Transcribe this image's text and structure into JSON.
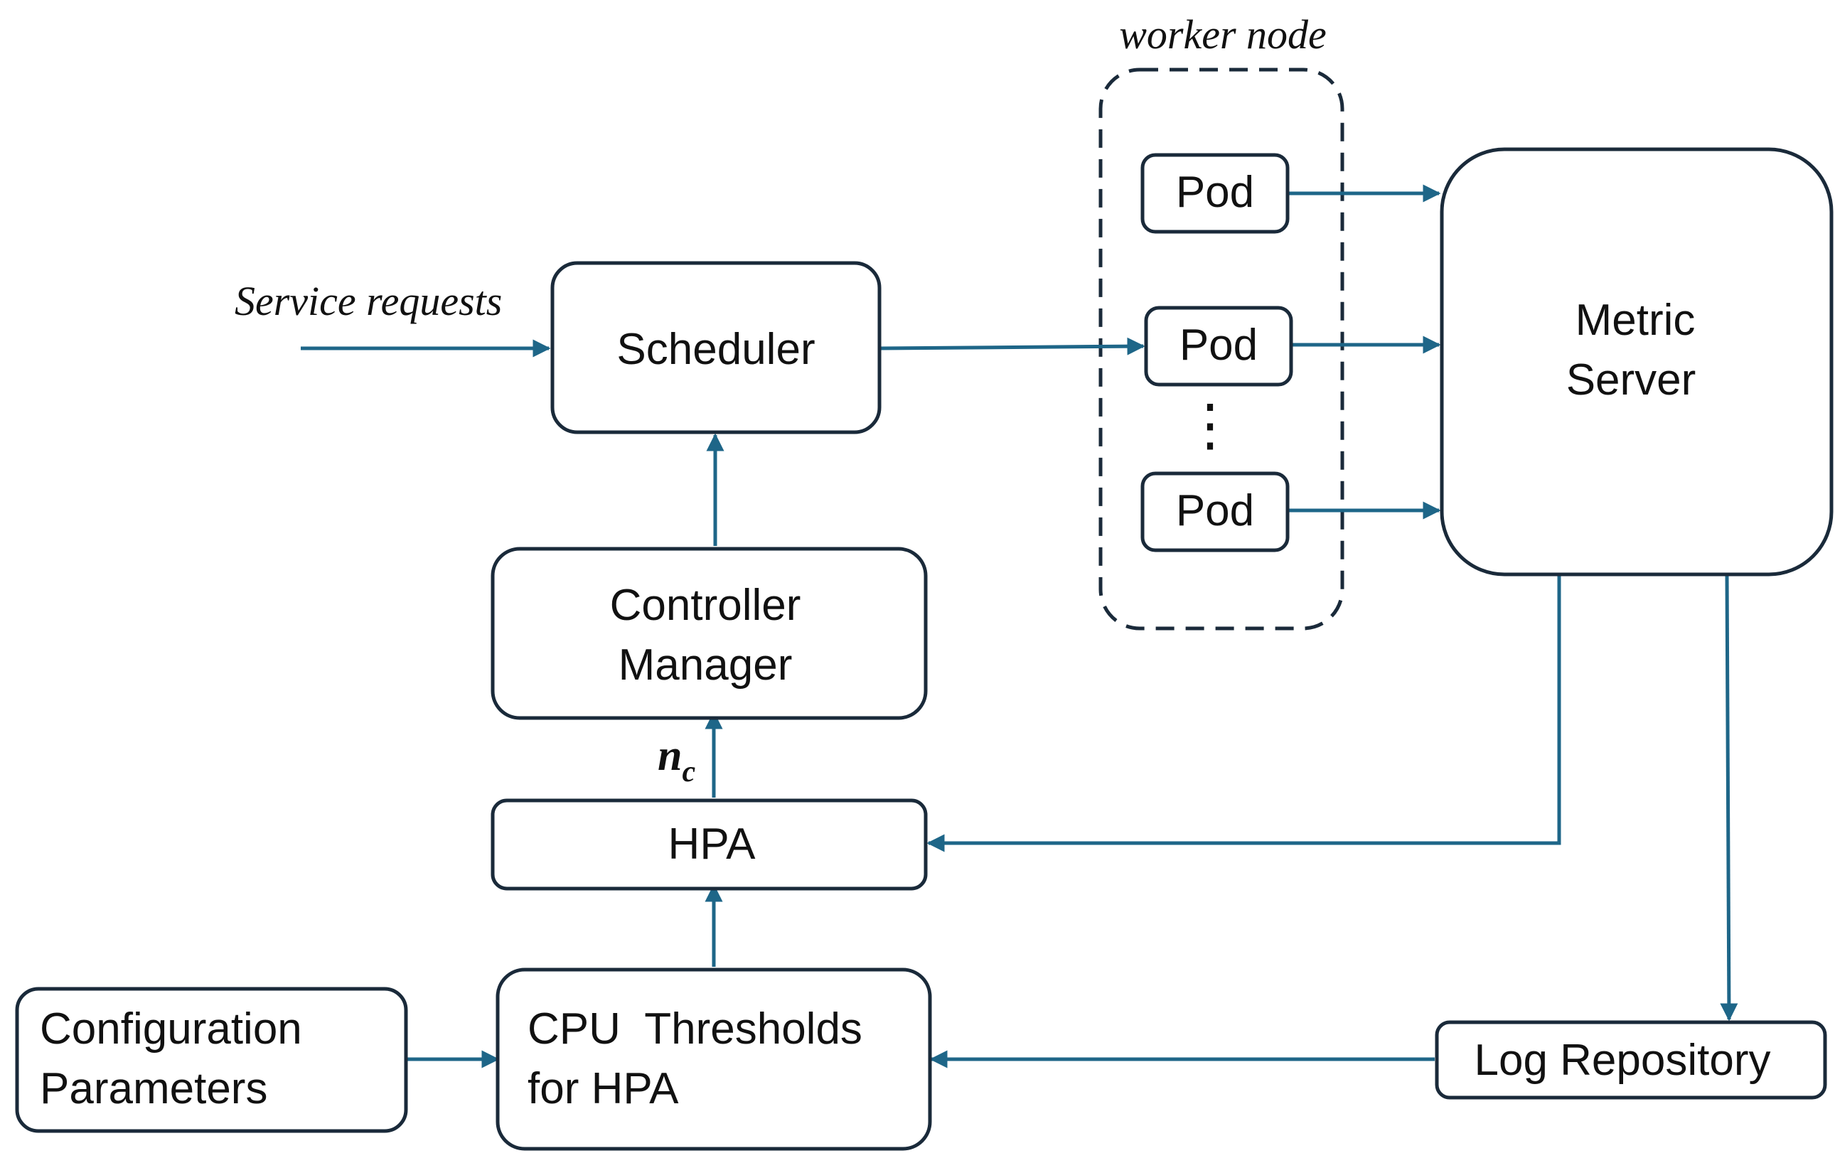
{
  "colors": {
    "edge": "#1e6688",
    "box_border": "#1a2a3a",
    "text": "#111111",
    "background": "#ffffff"
  },
  "labels": {
    "worker_node": "worker node",
    "service_requests": "Service requests",
    "nc_main": "n",
    "nc_sub": "c",
    "ellipsis_dots": "⋮"
  },
  "nodes": {
    "scheduler": "Scheduler",
    "controller_manager": [
      "Controller",
      "Manager"
    ],
    "hpa": "HPA",
    "cpu_thresholds": [
      "CPU  Thresholds",
      "for HPA"
    ],
    "configuration_parameters": [
      "Configuration",
      "Parameters"
    ],
    "pods": [
      "Pod",
      "Pod",
      "Pod"
    ],
    "metric_server": [
      "Metric",
      "Server"
    ],
    "log_repository": "Log Repository"
  },
  "edges": [
    {
      "from": "service_requests",
      "to": "scheduler"
    },
    {
      "from": "scheduler",
      "to": "pod_2"
    },
    {
      "from": "controller_manager",
      "to": "scheduler"
    },
    {
      "from": "hpa",
      "to": "controller_manager",
      "label": "n_c"
    },
    {
      "from": "cpu_thresholds",
      "to": "hpa"
    },
    {
      "from": "configuration_parameters",
      "to": "cpu_thresholds"
    },
    {
      "from": "pod_1",
      "to": "metric_server"
    },
    {
      "from": "pod_2",
      "to": "metric_server"
    },
    {
      "from": "pod_3",
      "to": "metric_server"
    },
    {
      "from": "metric_server",
      "to": "hpa"
    },
    {
      "from": "metric_server",
      "to": "log_repository"
    },
    {
      "from": "log_repository",
      "to": "cpu_thresholds"
    }
  ]
}
